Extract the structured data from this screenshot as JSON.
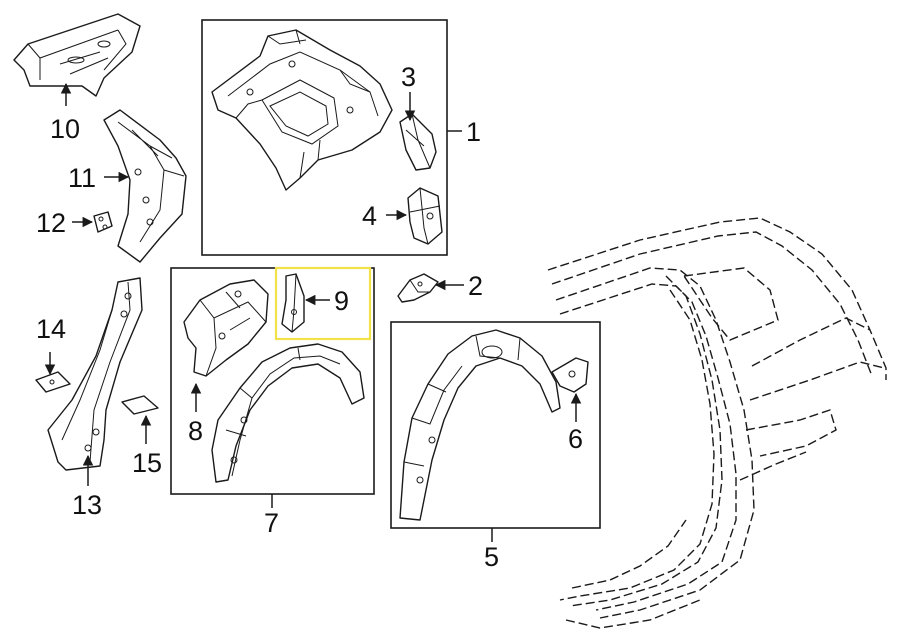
{
  "diagram": {
    "highlight_color": "#f2e24a",
    "line_color": "#1a1a1a",
    "callouts": [
      "1",
      "2",
      "3",
      "4",
      "5",
      "6",
      "7",
      "8",
      "9",
      "10",
      "11",
      "12",
      "13",
      "14",
      "15"
    ]
  }
}
